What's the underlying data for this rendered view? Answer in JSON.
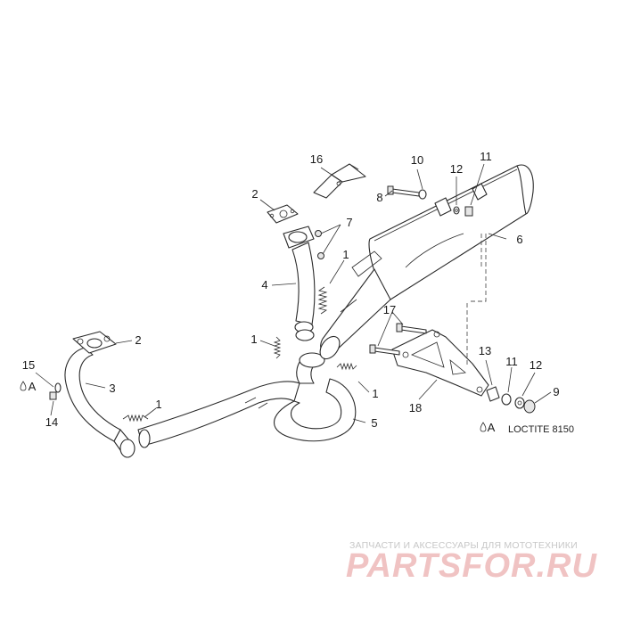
{
  "callouts": {
    "c16": "16",
    "c10": "10",
    "c11a": "11",
    "c12a": "12",
    "c8": "8",
    "c2a": "2",
    "c7": "7",
    "c6": "6",
    "c1a": "1",
    "c4": "4",
    "c17": "17",
    "c2b": "2",
    "c1b": "1",
    "c15": "15",
    "c3": "3",
    "c13": "13",
    "c11b": "11",
    "c12b": "12",
    "c9": "9",
    "c1c": "1",
    "c14": "14",
    "c1d": "1",
    "c5": "5",
    "c18": "18"
  },
  "adhesive_marks": {
    "left_mark": "A",
    "legend_mark": "A",
    "legend_text": "LOCTITE 8150"
  },
  "watermark": {
    "tagline": "ЗАПЧАСТИ И АКСЕССУАРЫ ДЛЯ МОТОТЕХНИКИ",
    "brand": "PARTSFOR.RU"
  },
  "icons": {
    "adhesive": "drop-icon"
  },
  "colors": {
    "line": "#2a2a2a",
    "watermark_brand": "#f0c3c3",
    "watermark_tagline": "#c7c7c7"
  }
}
